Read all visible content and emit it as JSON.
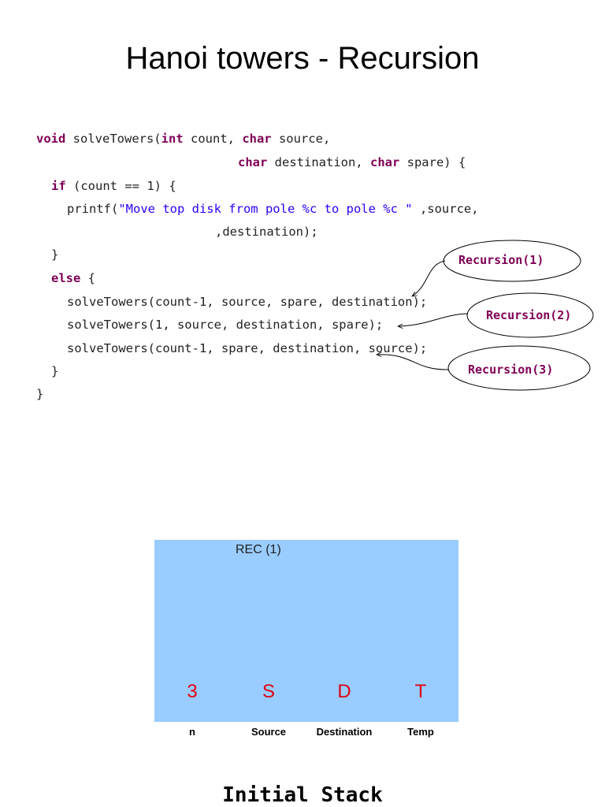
{
  "title": "Hanoi towers - Recursion",
  "code": {
    "l1": {
      "kw1": "void",
      "t1": " solveTowers(",
      "kw2": "int",
      "t2": " count, ",
      "kw3": "char",
      "t3": " source,"
    },
    "l2": {
      "kw1": "char",
      "t1": " destination, ",
      "kw2": "char",
      "t2": " spare) {"
    },
    "l3": {
      "kw1": "if",
      "t1": " (count == 1) {"
    },
    "l4": {
      "t1": "printf(",
      "str": "\"Move top disk from pole %c to pole %c \"",
      "t2": " ,source,"
    },
    "l5": {
      "t1": ",destination);"
    },
    "l6": {
      "t1": "}"
    },
    "l7": {
      "kw1": "else",
      "t1": " {"
    },
    "l8": {
      "t1": "solveTowers(count-1, source, spare, destination);"
    },
    "l9": {
      "t1": "solveTowers(1, source, destination, spare);"
    },
    "l10": {
      "t1": "solveTowers(count-1, spare, destination, source);"
    },
    "l11": {
      "t1": "}"
    },
    "l12": {
      "t1": "}"
    }
  },
  "callouts": [
    "Recursion(1)",
    "Recursion(2)",
    "Recursion(3)"
  ],
  "stack": {
    "label": "REC (1)",
    "values": [
      "3",
      "S",
      "D",
      "T"
    ],
    "headers": [
      "n",
      "Source",
      "Destination",
      "Temp"
    ],
    "fill_color": "#99ccff",
    "value_color": "#e00010"
  },
  "caption": "Initial Stack",
  "colors": {
    "keyword": "#7f0055",
    "string": "#2a00ff"
  }
}
